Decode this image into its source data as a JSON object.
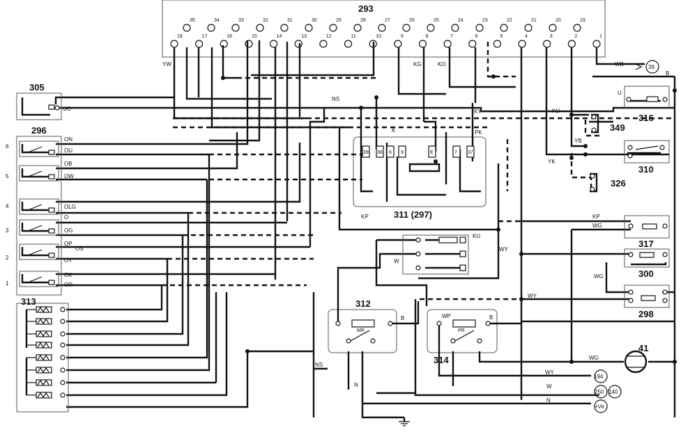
{
  "connector": {
    "id": "293",
    "pins_upper": [
      "35",
      "34",
      "33",
      "32",
      "31",
      "30",
      "29",
      "28",
      "27",
      "26",
      "25",
      "24",
      "23",
      "22",
      "21",
      "20",
      "19"
    ],
    "pins_lower": [
      "18",
      "17",
      "16",
      "15",
      "14",
      "13",
      "12",
      "11",
      "10",
      "9",
      "8",
      "7",
      "6",
      "5",
      "4",
      "3",
      "2",
      "1"
    ]
  },
  "components": {
    "c305": "305",
    "c296": "296",
    "c313": "313",
    "c311": "311 (297)",
    "c312": "312",
    "c314": "314",
    "c316": "316",
    "c349": "349",
    "c310": "310",
    "c326": "326",
    "c317": "317",
    "c300": "300",
    "c298": "298",
    "c41": "41",
    "c39": "39",
    "c194": "194",
    "c250": "250",
    "c140": "140",
    "cve": "+Ve"
  },
  "switch_labels": {
    "mr": "MR",
    "pr": "PR"
  },
  "wire_codes": {
    "yw": "YW",
    "kg": "KG",
    "ko": "KO",
    "wb": "WB",
    "b1": "B",
    "uo": "UO",
    "ns1": "NS",
    "u": "U",
    "ky": "KY",
    "ku1": "KU",
    "pk": "PK",
    "k": "K",
    "yb": "YB",
    "yk": "YK",
    "on": "ON",
    "ou": "OU",
    "ob": "OB",
    "ow": "OW",
    "olg": "OLG",
    "o": "O",
    "og": "OG",
    "op": "OP",
    "os": "OS",
    "oy": "OY",
    "ok": "OK",
    "or": "OR",
    "kp1": "KP",
    "kp2": "KP",
    "wg1": "WG",
    "ku2": "KU",
    "wy1": "WY",
    "w1": "W",
    "wg2": "WG",
    "wy2": "WY",
    "b2": "B",
    "b3": "B",
    "wp": "WP",
    "ns2": "NS",
    "n1": "N",
    "wg3": "WG",
    "wy3": "WY",
    "w2": "W",
    "n2": "N"
  },
  "row_numbers": [
    "6",
    "5",
    "4",
    "3",
    "2",
    "1"
  ],
  "relay_pins": {
    "p39": "39",
    "p36": "36",
    "p6": "6",
    "p9": "9",
    "pe": "E",
    "p7": "7",
    "p37": "37"
  }
}
